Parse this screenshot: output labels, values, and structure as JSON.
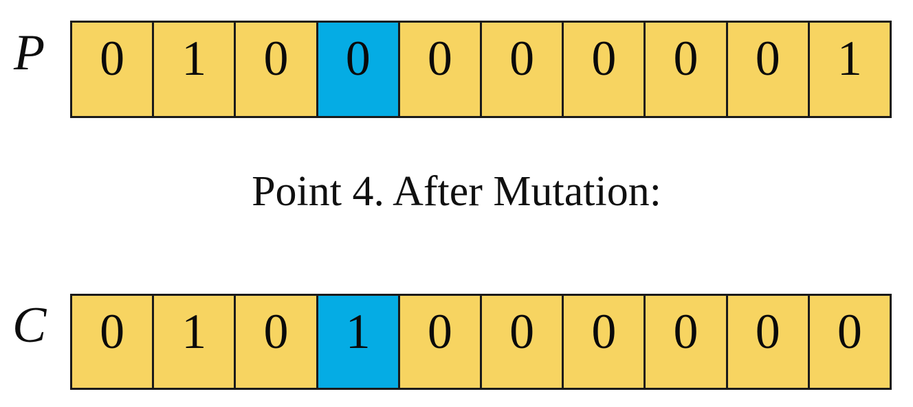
{
  "caption": {
    "text": "Point 4. After Mutation:"
  },
  "colors": {
    "gene_fill": "#f7d461",
    "highlight_fill": "#05ace4",
    "border": "#1a1a1a",
    "text": "#0a0a0a",
    "background": "#ffffff"
  },
  "rows": [
    {
      "id": "parent",
      "label": "P",
      "label_name": "parent-chromosome-label",
      "values": [
        "0",
        "1",
        "0",
        "0",
        "0",
        "0",
        "0",
        "0",
        "0",
        "1"
      ],
      "highlight_index": 3
    },
    {
      "id": "child",
      "label": "C",
      "label_name": "child-chromosome-label",
      "values": [
        "0",
        "1",
        "0",
        "1",
        "0",
        "0",
        "0",
        "0",
        "0",
        "0"
      ],
      "highlight_index": 3
    }
  ]
}
